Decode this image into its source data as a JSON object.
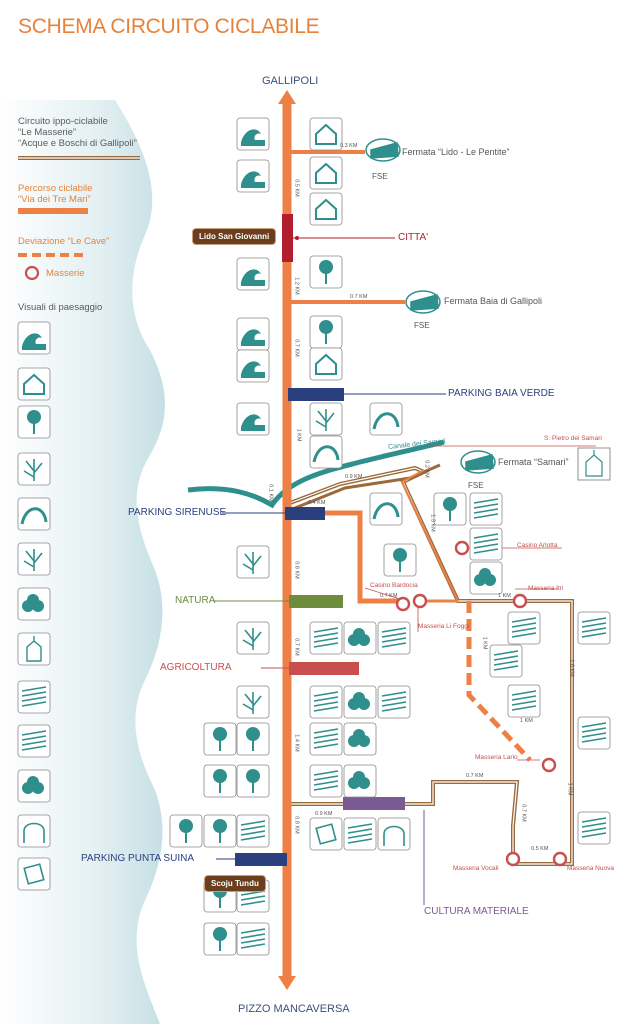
{
  "title": "SCHEMA CIRCUITO CICLABILE",
  "endpoints": {
    "north": "GALLIPOLI",
    "south": "PIZZO MANCAVERSA"
  },
  "legend": {
    "ippo_line1": "Circuito ippo-ciclabile",
    "ippo_line2": "“Le Masserie”",
    "ippo_line3": "“Acque e Boschi di Gallipoli”",
    "cicl_line1": "Percorso ciclabile",
    "cicl_line2": "“Via dei Tre Mari”",
    "cave": "Deviazione “Le Cave”",
    "masserie": "Masserie",
    "visuali": "Visuali di paesaggio"
  },
  "places": {
    "lido_san_giovanni": "Lido San Giovanni",
    "scoju_tundu": "Scoju Tundu",
    "citta": "CITTA'",
    "parking_baia_verde": "PARKING BAIA VERDE",
    "parking_sirenuse": "PARKING SIRENUSE",
    "parking_punta_suina": "PARKING PUNTA SUINA",
    "natura": "NATURA",
    "agricoltura": "AGRICOLTURA",
    "cultura_materiale": "CULTURA MATERIALE",
    "canale_dei_samari": "Canale dei Samari",
    "s_pietro_dei_samari": "S. Pietro dei Samari"
  },
  "stations": {
    "lido_pentite": "Fermata “Lido - Le Pentite”",
    "baia_gallipoli": "Fermata Baia di Gallipoli",
    "samari": "Fermata “Samari”",
    "fse": "FSE"
  },
  "masserie": {
    "casino_arlotta": "Casino Arlotta",
    "casino_bardocia": "Casino Bardocia",
    "masseria_li_foggi": "Masseria Li Foggi",
    "masseria_itri": "Masseria Itri",
    "masseria_lario": "Masseria Lario",
    "masseria_vocali": "Masseria Vocali",
    "masseria_nuova": "Masseria Nuova"
  },
  "distances": {
    "d0_3": "0.3 KM",
    "d0_5": "0.5 KM",
    "d1_2": "1.2 KM",
    "d0_7": "0.7 KM",
    "d1": "1 KM",
    "d0_4": "0.4 KM",
    "d0_9": "0.9 KM",
    "d0_8": "0.8 KM",
    "d1_4": "1.4 KM",
    "d1_3": "1.3 KM",
    "d1_6": "1.6 KM",
    "d1_1": "1.1 KM"
  },
  "colors": {
    "orange": "#ee8045",
    "brown": "#9b6a3c",
    "teal": "#2f8f8c",
    "sea": "#d6e9ec",
    "navy": "#2a3f7e",
    "green": "#6e8c3b",
    "red": "#c94f4f",
    "purple": "#7a5a92",
    "crimson": "#b21e2e"
  }
}
